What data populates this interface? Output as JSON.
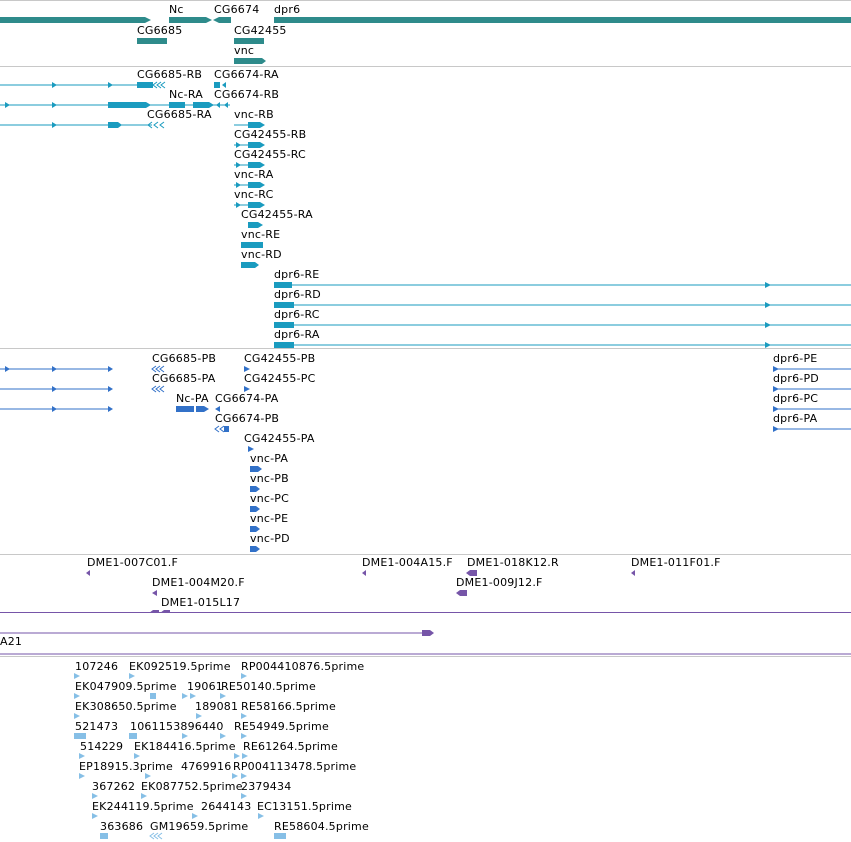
{
  "colors": {
    "gene": "#2e8b8b",
    "transcript": "#1a9bbf",
    "cds": "#3271c8",
    "clone": "#7655a8",
    "est": "#86bfe6",
    "divider": "#c8c8c8"
  },
  "tracks": {
    "genes": {
      "labels": [
        "Nc",
        "CG6674",
        "dpr6",
        "CG6685",
        "CG42455",
        "vnc"
      ]
    },
    "transcripts": {
      "labels": [
        "CG6685-RB",
        "CG6674-RA",
        "Nc-RA",
        "CG6674-RB",
        "CG6685-RA",
        "vnc-RB",
        "CG42455-RB",
        "CG42455-RC",
        "vnc-RA",
        "vnc-RC",
        "CG42455-RA",
        "vnc-RE",
        "vnc-RD",
        "dpr6-RE",
        "dpr6-RD",
        "dpr6-RC",
        "dpr6-RA"
      ]
    },
    "cds": {
      "labels": [
        "CG6685-PB",
        "CG42455-PB",
        "dpr6-PE",
        "CG6685-PA",
        "CG42455-PC",
        "dpr6-PD",
        "Nc-PA",
        "CG6674-PA",
        "dpr6-PC",
        "CG6674-PB",
        "dpr6-PA",
        "CG42455-PA",
        "vnc-PA",
        "vnc-PB",
        "vnc-PC",
        "vnc-PE",
        "vnc-PD"
      ]
    },
    "clones": {
      "labels": [
        "DME1-007C01.F",
        "DME1-004A15.F",
        "DME1-018K12.R",
        "DME1-011F01.F",
        "DME1-004M20.F",
        "DME1-009J12.F",
        "DME1-015L17"
      ]
    },
    "cdna": {
      "labels": [
        "A21"
      ]
    },
    "ests": {
      "labels": [
        "107246",
        "EK092519.5prime",
        "RP004410876.5prime",
        "EK047909.5prime",
        "19061",
        "RE50140.5prime",
        "EK308650.5prime",
        "189081",
        "RE58166.5prime",
        "521473",
        "1061153896440",
        "RE54949.5prime",
        "514229",
        "EK184416.5prime",
        "RE61264.5prime",
        "EP18915.3prime",
        "4769916",
        "RP004113478.5prime",
        "367262",
        "EK087752.5prime",
        "2379434",
        "EK244119.5prime",
        "2644143",
        "EC13151.5prime",
        "363686",
        "GM19659.5prime",
        "RE58604.5prime"
      ]
    }
  }
}
